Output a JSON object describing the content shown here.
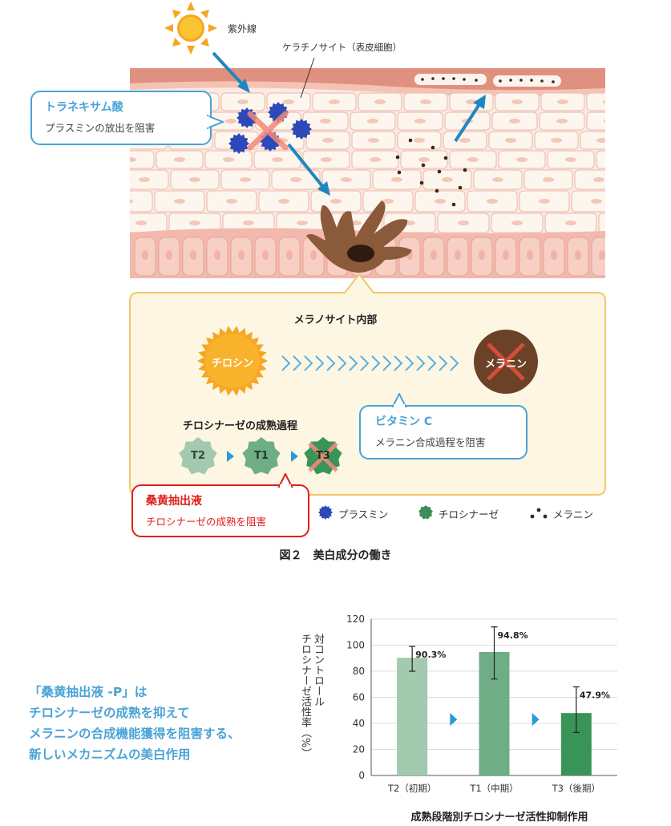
{
  "diagram": {
    "uv_label": "紫外線",
    "keratinocyte_label": "ケラチノサイト（表皮細胞）",
    "tranexamic": {
      "title": "トラネキサム酸",
      "desc": "プラスミンの放出を阻害"
    },
    "melanocyte_inside": "メラノサイト内部",
    "tyrosine": "チロシン",
    "melanin": "メラニン",
    "vitamin_c": {
      "title": "ビタミン C",
      "desc": "メラニン合成過程を阻害"
    },
    "tyrosinase_maturation": "チロシナーゼの成熟過程",
    "t_stages": [
      "T2",
      "T1",
      "T3"
    ],
    "mulberry": {
      "title": "桑黄抽出液",
      "desc": "チロシナーゼの成熟を阻害"
    },
    "legend": [
      "プラスミン",
      "チロシナーゼ",
      "メラニン"
    ],
    "caption": "図２　美白成分の働き",
    "colors": {
      "plasmin": "#2d49b8",
      "tyrosinase": "#3a8f5a",
      "melanin": "#5a3a22",
      "accent_blue": "#4aa3d6",
      "accent_red": "#e0201c",
      "callout_frame": "#f2c66b"
    }
  },
  "tagline": [
    "「桑黄抽出液 -P」は",
    "チロシナーゼの成熟を抑えて",
    "メラニンの合成機能獲得を阻害する、",
    "新しいメカニズムの美白作用"
  ],
  "chart_data": {
    "type": "bar",
    "title": "成熟段階別チロシナーゼ活性抑制作用",
    "ylabel": "対コントロール チロシナーゼ活性率（%）",
    "ylabel_lines": [
      "対コントロール",
      "チロシナーゼ活性率（%）"
    ],
    "categories": [
      "T2（初期）",
      "T1（中期）",
      "T3（後期）"
    ],
    "values": [
      90.3,
      94.8,
      47.9
    ],
    "value_labels": [
      "90.3%",
      "94.8%",
      "47.9%"
    ],
    "error_high": [
      99,
      114,
      68
    ],
    "error_low": [
      80,
      74,
      33
    ],
    "ylim": [
      0,
      120
    ],
    "yticks": [
      0,
      20,
      40,
      60,
      80,
      100,
      120
    ],
    "grid": true,
    "bar_colors": [
      "#a3c9ae",
      "#6fad86",
      "#3a9458"
    ]
  }
}
